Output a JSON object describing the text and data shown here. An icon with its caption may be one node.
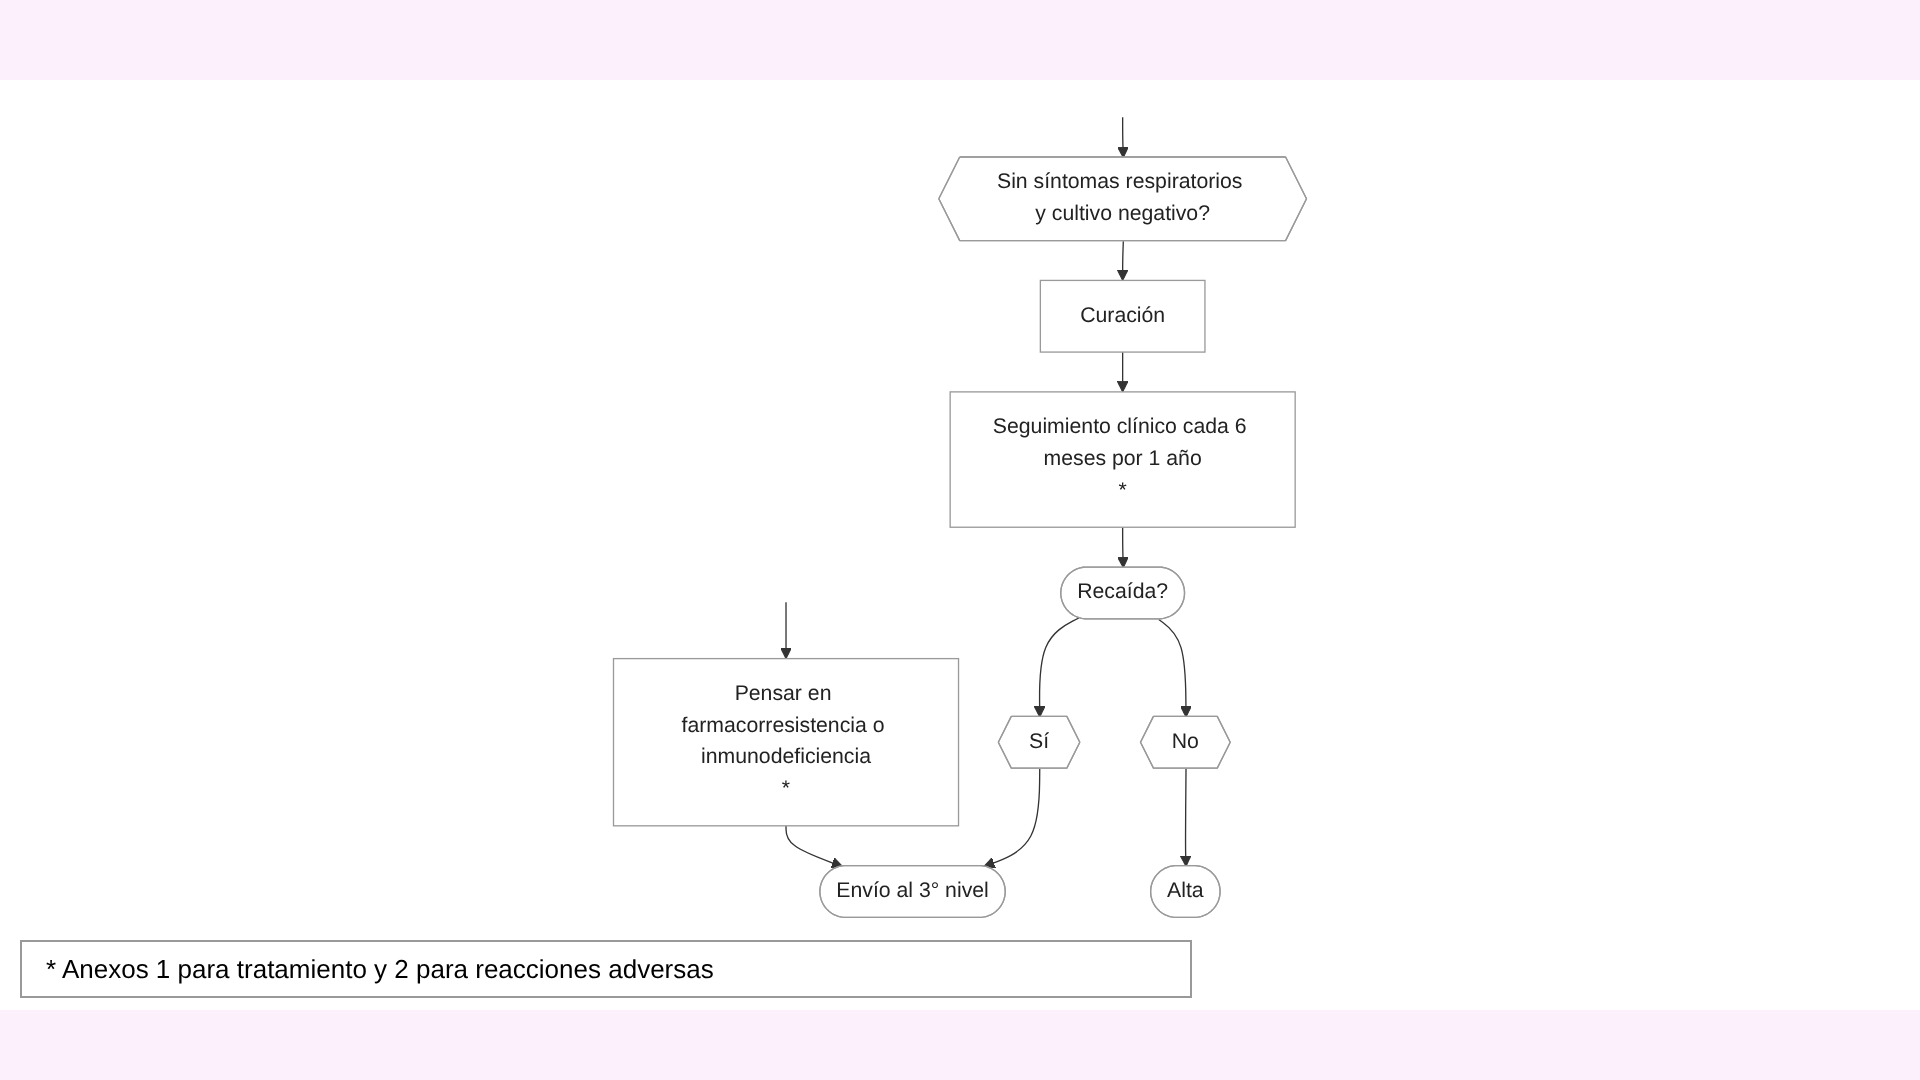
{
  "diagram": {
    "nodes": [
      {
        "text": [
          "Pensar en farmacorresistencia o inmunodeficiencia",
          "*"
        ]
      },
      {
        "text": [
          "Sin síntomas respiratorios y cultivo negativo?"
        ]
      },
      {
        "text": [
          "Curación"
        ]
      },
      {
        "text": [
          "Seguimiento clínico cada 6 meses por 1 año",
          "*"
        ]
      },
      {
        "text": [
          "Envío al 3° nivel"
        ]
      },
      {
        "text": [
          "Sí"
        ]
      },
      {
        "text": [
          "Recaída?"
        ]
      },
      {
        "text": [
          "No"
        ]
      },
      {
        "text": [
          "Alta"
        ]
      }
    ],
    "edges": [
      {
        "from": null,
        "to": 0,
        "arrow": "to"
      },
      {
        "from": null,
        "to": 1,
        "arrow": "to"
      },
      {
        "from": 0,
        "to": 4,
        "arrow": "to"
      },
      {
        "from": 1,
        "to": 2,
        "arrow": "to"
      },
      {
        "from": 2,
        "to": 3,
        "arrow": "to"
      },
      {
        "from": 3,
        "to": 6,
        "arrow": "to"
      },
      {
        "from": 6,
        "to": 5,
        "arrow": "to"
      },
      {
        "from": 5,
        "to": 4,
        "arrow": "to"
      },
      {
        "from": 6,
        "to": 7,
        "arrow": "to"
      },
      {
        "from": 7,
        "to": 8,
        "arrow": "to"
      }
    ],
    "labels": [
      "* Anexos 1 para tratamiento y 2 para reacciones adversas"
    ]
  }
}
